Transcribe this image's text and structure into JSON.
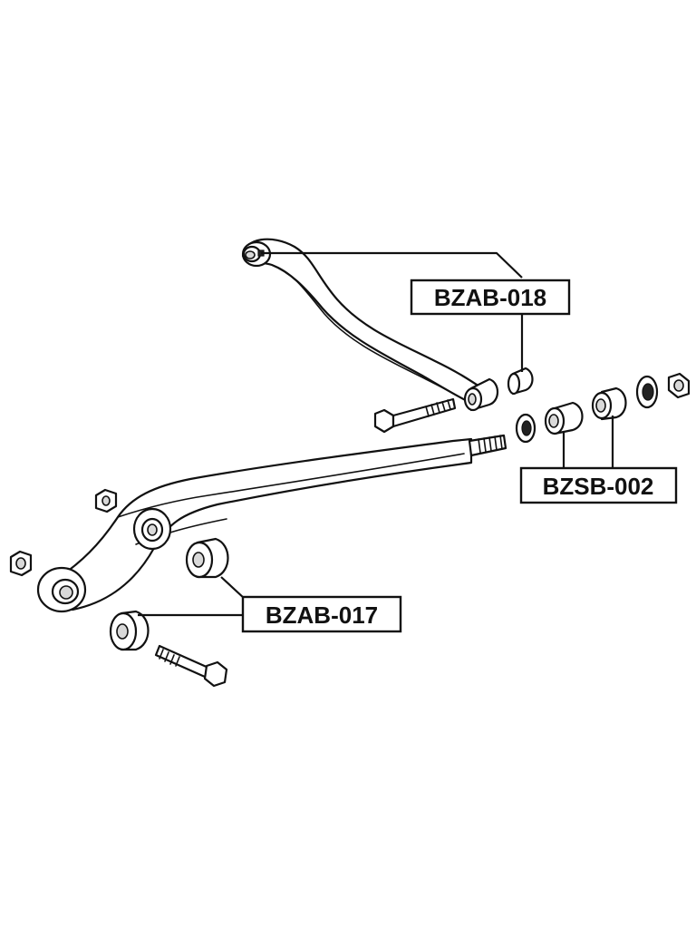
{
  "labels": {
    "bzab_018": "BZAB-018",
    "bzsb_002": "BZSB-002",
    "bzab_017": "BZAB-017"
  },
  "colors": {
    "line": "#111111",
    "background": "#ffffff",
    "label_border": "#111111"
  }
}
